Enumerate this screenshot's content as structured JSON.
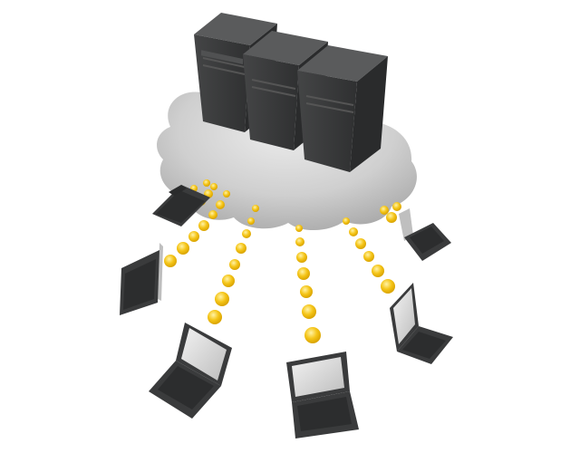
{
  "scene": {
    "subject": "cloud-computing-illustration",
    "server_count": 3,
    "laptop_count": 6,
    "connection_count": 6
  },
  "colors": {
    "background": "#ffffff",
    "cloud": "#cfcfcf",
    "cloud_shadow": "#a9a9a9",
    "server_body": "#3b3c3d",
    "server_side": "#2a2b2c",
    "server_top": "#555657",
    "laptop_body": "#3a3b3c",
    "laptop_screen": "#d8d8d8",
    "connection_dot": "#f5c518",
    "connection_dot_highlight": "#ffe680"
  },
  "icons": {
    "server": "server-tower-icon",
    "cloud": "cloud-icon",
    "laptop": "laptop-icon",
    "connection": "dotted-link"
  }
}
